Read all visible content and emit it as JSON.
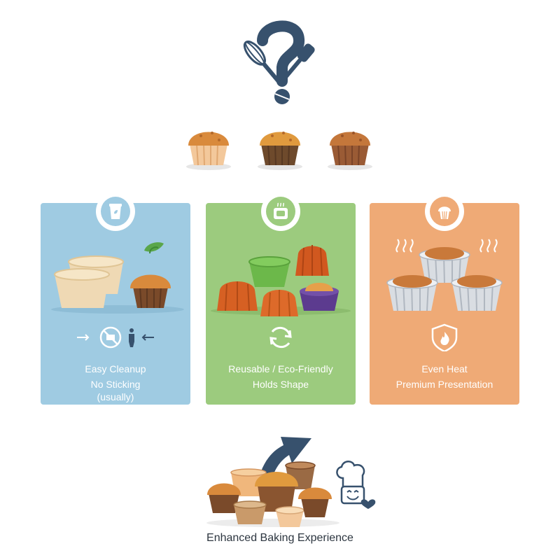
{
  "colors": {
    "navy": "#37516d",
    "panel_blue": "#9fcbe2",
    "panel_green": "#9ccb7e",
    "panel_orange": "#efaa76",
    "muffin_top": "#d98a3c",
    "wrapper_light": "#f3c89b",
    "wrapper_brown": "#7a4a2a"
  },
  "header": {
    "icon": "question-mark-with-baking-tools-icon"
  },
  "muffin_options": [
    {
      "icon": "paper-liner-muffin-icon"
    },
    {
      "icon": "dark-liner-muffin-icon"
    },
    {
      "icon": "brown-liner-muffin-icon"
    }
  ],
  "panels": [
    {
      "id": "blue",
      "badge_icon": "paper-cup-icon",
      "illustration": "paper-liners-and-muffin-illustration",
      "feature_icon": "no-stick-icon",
      "lines": [
        "Easy Cleanup",
        "No Sticking",
        "(usually)"
      ]
    },
    {
      "id": "green",
      "badge_icon": "oven-icon",
      "illustration": "silicone-molds-illustration",
      "feature_icon": "recycle-icon",
      "lines": [
        "Reusable / Eco-Friendly",
        "Holds Shape"
      ]
    },
    {
      "id": "orange",
      "badge_icon": "muffin-badge-icon",
      "illustration": "foil-cups-muffins-illustration",
      "feature_icon": "flame-shield-icon",
      "lines": [
        "Even Heat",
        "Premium Presentation"
      ]
    }
  ],
  "footer": {
    "arrow_icon": "up-arrow-icon",
    "group_icon": "muffin-group-with-chef-icon",
    "caption": "Enhanced Baking Experience"
  }
}
